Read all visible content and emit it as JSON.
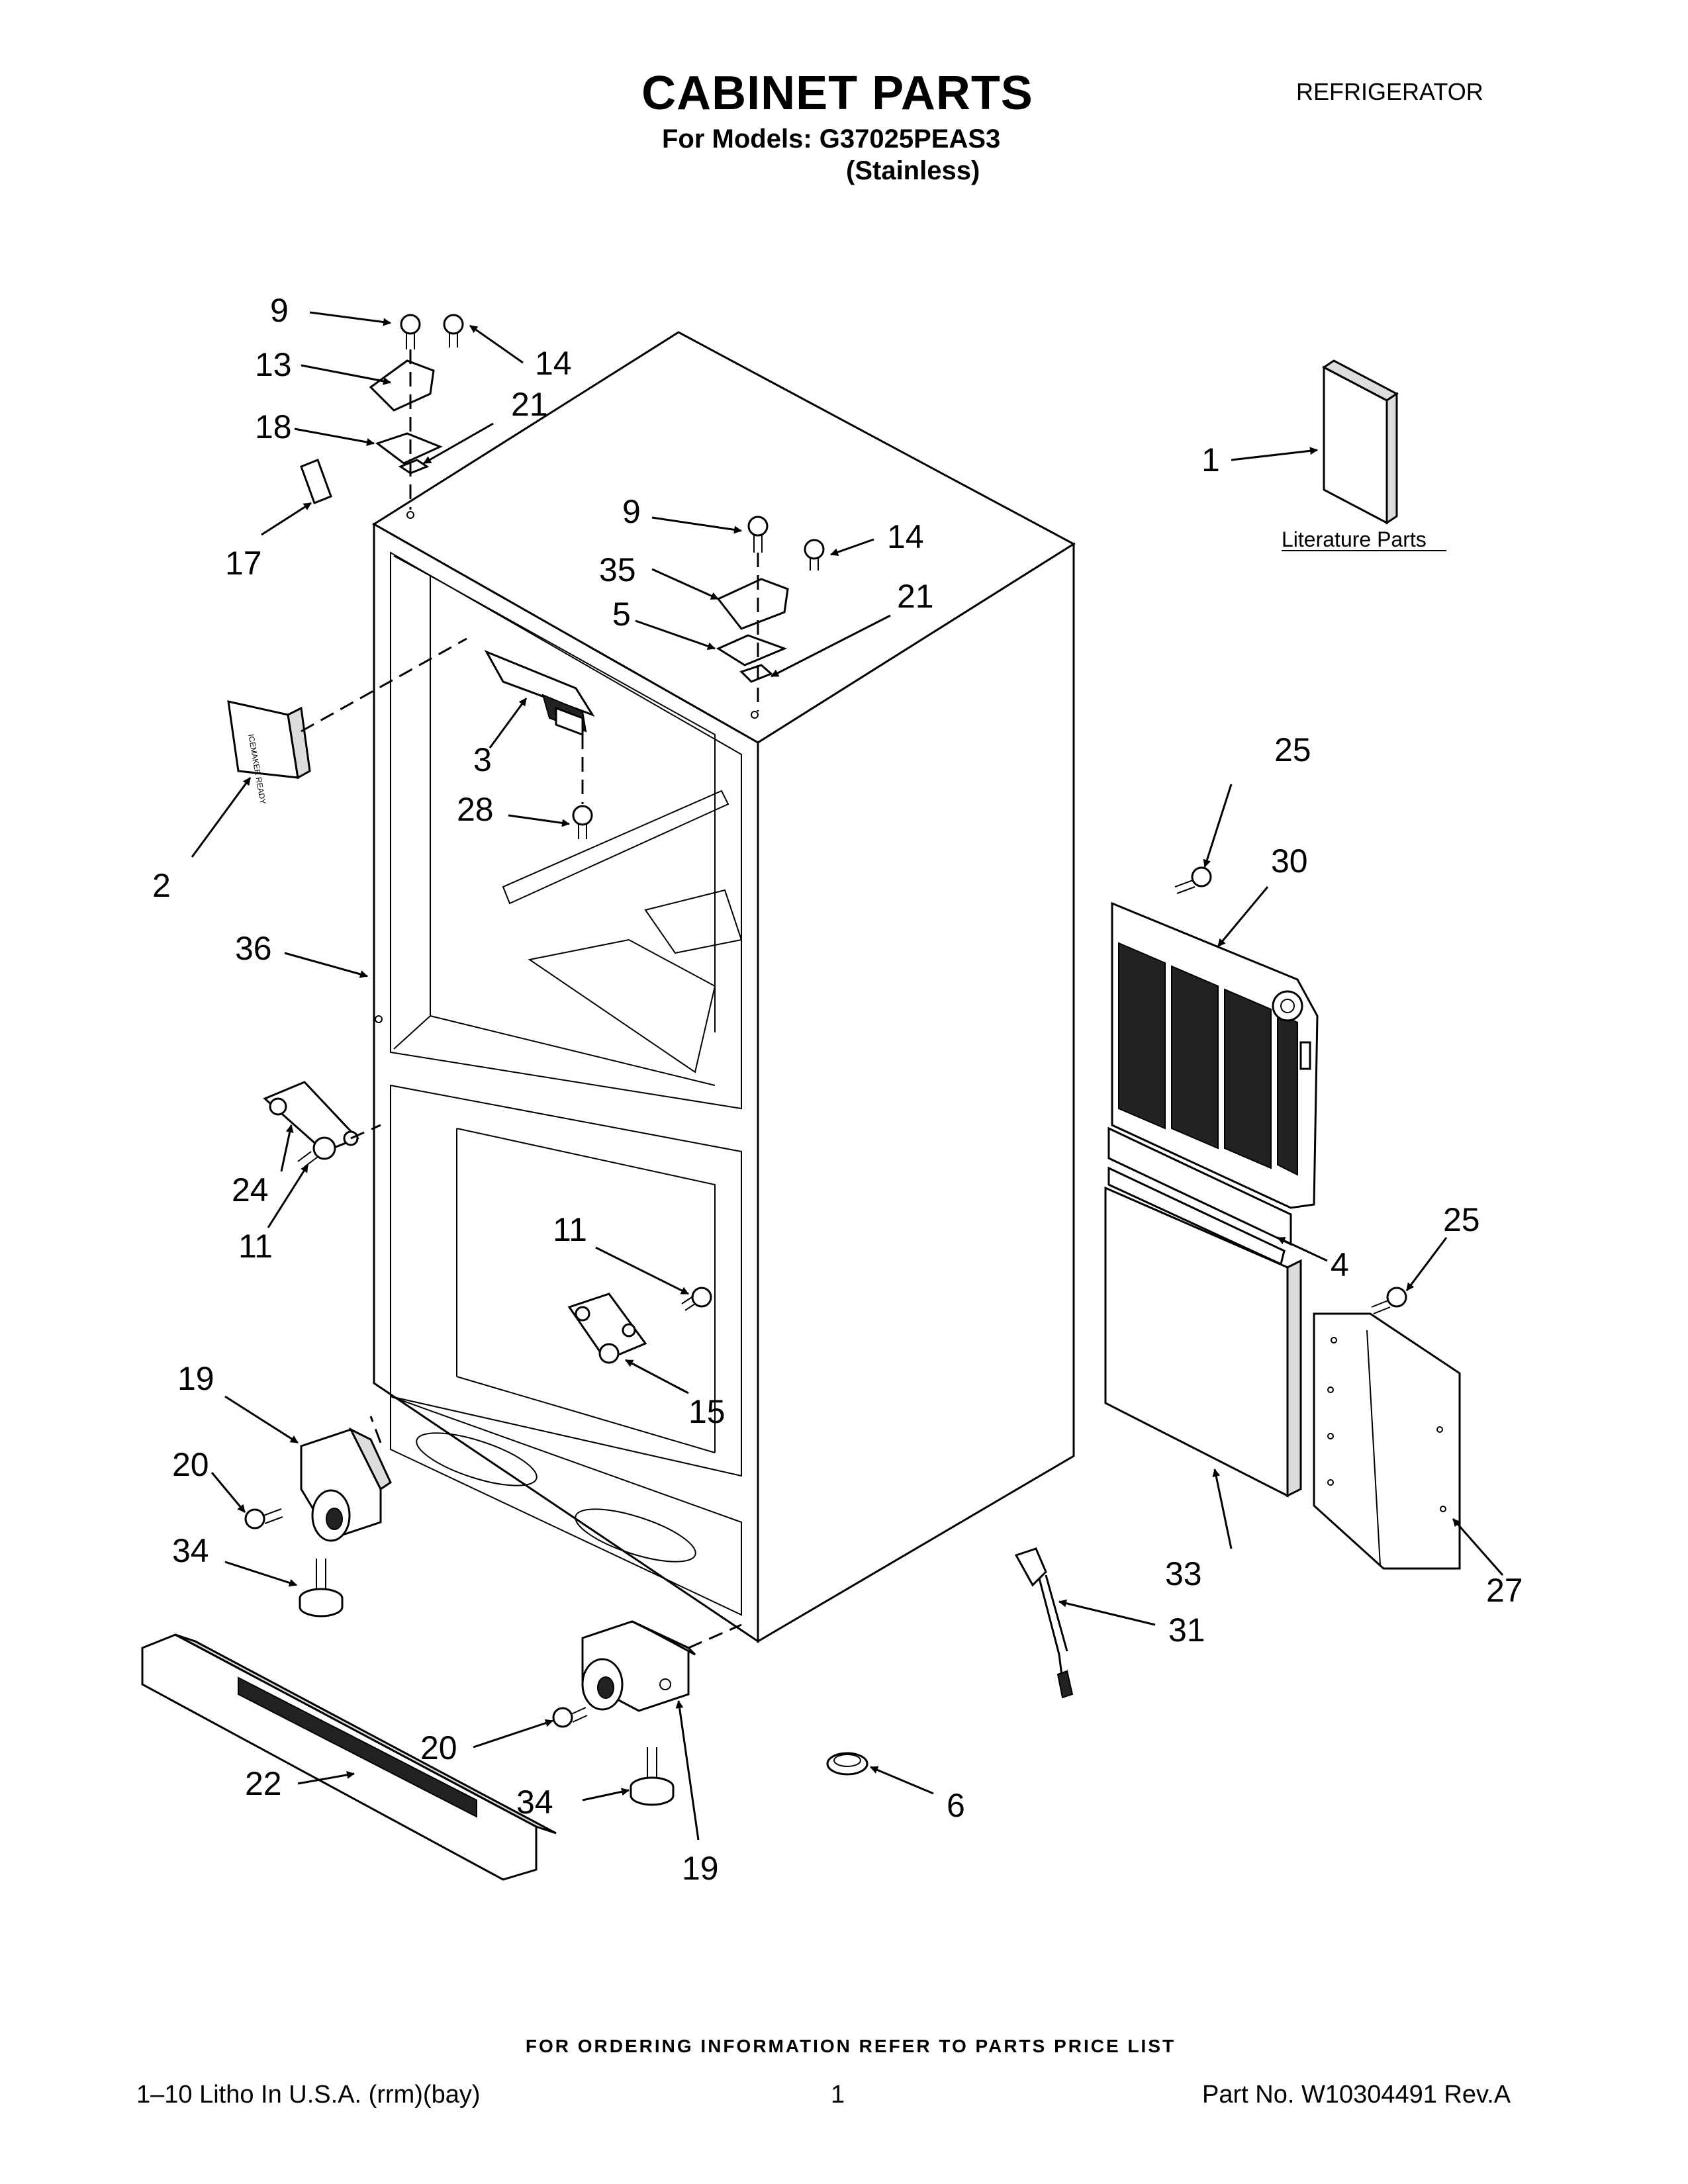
{
  "header": {
    "title": "CABINET PARTS",
    "models_line": "For Models: G37025PEAS3",
    "finish": "(Stainless)",
    "category": "REFRIGERATOR"
  },
  "literature_caption": "Literature Parts",
  "callouts": {
    "c1": "1",
    "c2": "2",
    "c3": "3",
    "c4": "4",
    "c5": "5",
    "c6": "6",
    "c9a": "9",
    "c9b": "9",
    "c11a": "11",
    "c11b": "11",
    "c13": "13",
    "c14a": "14",
    "c14b": "14",
    "c15": "15",
    "c17": "17",
    "c18": "18",
    "c19a": "19",
    "c19b": "19",
    "c20a": "20",
    "c20b": "20",
    "c21a": "21",
    "c21b": "21",
    "c22": "22",
    "c24": "24",
    "c25a": "25",
    "c25b": "25",
    "c27": "27",
    "c28": "28",
    "c30": "30",
    "c31": "31",
    "c33": "33",
    "c34a": "34",
    "c34b": "34",
    "c35": "35",
    "c36": "36"
  },
  "panel_label": "ICEMAKER READY",
  "footer": {
    "ordering": "FOR ORDERING INFORMATION REFER TO PARTS PRICE LIST",
    "litho": "1–10 Litho In U.S.A. (rrm)(bay)",
    "page": "1",
    "part_no": "Part No. W10304491 Rev.A"
  }
}
